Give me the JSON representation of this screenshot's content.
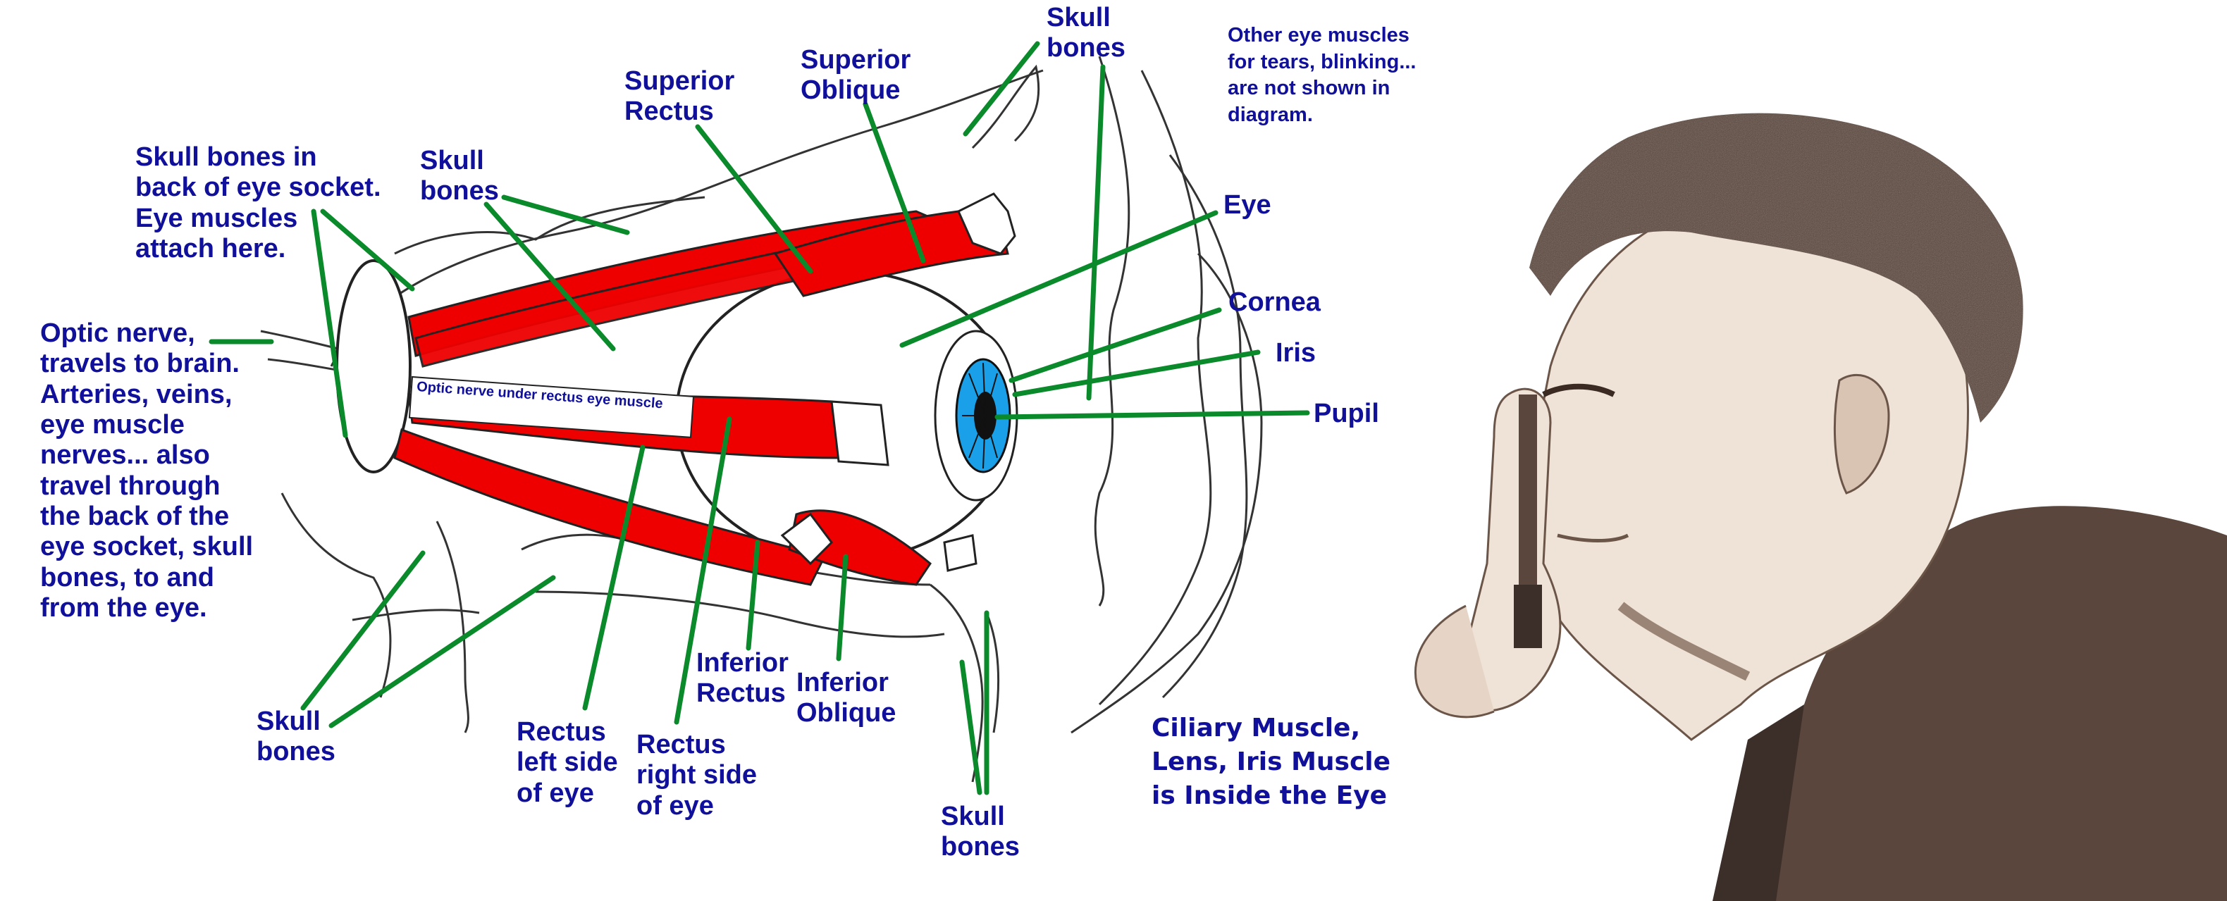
{
  "labels": {
    "skull_back": "Skull bones in\nback of eye socket.\nEye muscles\nattach here.",
    "optic_nerve": "Optic nerve,\ntravels to brain.\nArteries, veins,\neye muscle\nnerves... also\ntravel through\nthe back of the\neye socket, skull\nbones, to and\nfrom the eye.",
    "skull_upper": "Skull\nbones",
    "superior_rectus": "Superior\nRectus",
    "superior_oblique": "Superior\nOblique",
    "skull_top": "Skull\nbones",
    "other_muscles": "Other eye muscles\nfor tears, blinking...\nare not shown in\ndiagram.",
    "eye": "Eye",
    "cornea": "Cornea",
    "iris": "Iris",
    "pupil": "Pupil",
    "optic_under": "Optic nerve under rectus eye muscle",
    "skull_lower_left": "Skull\nbones",
    "rectus_left": "Rectus\nleft side\nof eye",
    "rectus_right": "Rectus\nright side\nof eye",
    "inferior_rectus": "Inferior\nRectus",
    "inferior_oblique": "Inferior\nOblique",
    "skull_bottom": "Skull\nbones",
    "ciliary": "Ciliary Muscle,\nLens, Iris Muscle\nis Inside the Eye"
  },
  "colors": {
    "label_text": "#10109a",
    "leader_line": "#0a8a2a",
    "muscle": "#ee0000",
    "iris": "#1aa0e8",
    "photo_tone": "#6b5548"
  }
}
